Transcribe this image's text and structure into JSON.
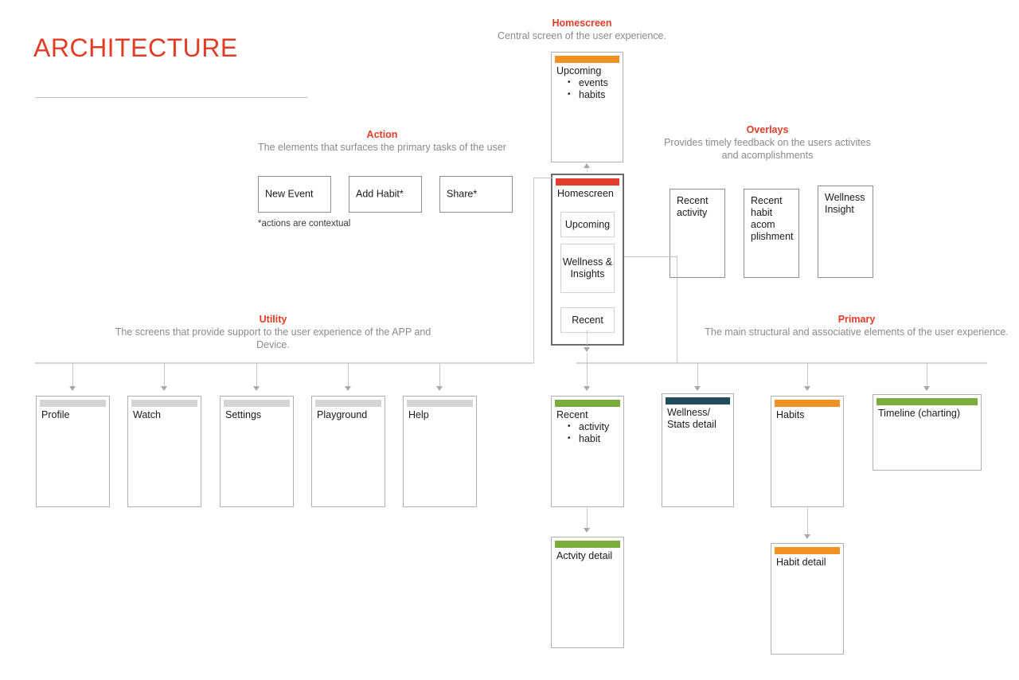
{
  "title": "ARCHITECTURE",
  "colors": {
    "accent_red": "#E03C26",
    "header_red": "#E23E2E",
    "header_orange": "#F29124",
    "header_green": "#7BAC3E",
    "header_navy": "#1F4B5C",
    "header_gray": "#D5D5D5",
    "text_gray": "#8a8a8a"
  },
  "sections": {
    "homescreen": {
      "title": "Homescreen",
      "desc": "Central screen of the user experience."
    },
    "action": {
      "title": "Action",
      "desc": "The elements that surfaces the primary tasks of the user",
      "footnote": "*actions are contextual",
      "items": [
        {
          "label": "New Event"
        },
        {
          "label": "Add Habit*"
        },
        {
          "label": "Share*"
        }
      ]
    },
    "overlays": {
      "title": "Overlays",
      "desc_line1": "Provides timely feedback on the users activites",
      "desc_line2": "and acomplishments",
      "items": [
        {
          "label": "Recent activity"
        },
        {
          "label": "Recent habit acom plishment"
        },
        {
          "label": "Wellness Insight"
        }
      ]
    },
    "utility": {
      "title": "Utility",
      "desc_line1": "The screens that provide support to the user experience of the APP and",
      "desc_line2": "Device.",
      "items": [
        {
          "label": "Profile",
          "bar": "gray"
        },
        {
          "label": "Watch",
          "bar": "gray"
        },
        {
          "label": "Settings",
          "bar": "gray"
        },
        {
          "label": "Playground",
          "bar": "gray"
        },
        {
          "label": "Help",
          "bar": "gray"
        }
      ]
    },
    "primary": {
      "title": "Primary",
      "desc": "The main structural and associative elements of the user experience."
    }
  },
  "cards": {
    "upcoming": {
      "title": "Upcoming",
      "bar": "orange",
      "bullets": [
        "events",
        "habits"
      ]
    },
    "homescreen": {
      "title": "Homescreen",
      "bar": "red",
      "menu": [
        {
          "label": "Upcoming"
        },
        {
          "label": "Wellness & Insights"
        },
        {
          "label": "Recent"
        }
      ]
    },
    "recent": {
      "title": "Recent",
      "bar": "green",
      "bullets": [
        "activity",
        "habit"
      ]
    },
    "wellness_stats": {
      "title": "Wellness/ Stats detail",
      "bar": "navy"
    },
    "habits": {
      "title": "Habits",
      "bar": "orange"
    },
    "timeline": {
      "title": "Timeline (charting)",
      "bar": "green"
    },
    "activity_detail": {
      "title": "Actvity detail",
      "bar": "green"
    },
    "habit_detail": {
      "title": "Habit detail",
      "bar": "orange"
    }
  }
}
